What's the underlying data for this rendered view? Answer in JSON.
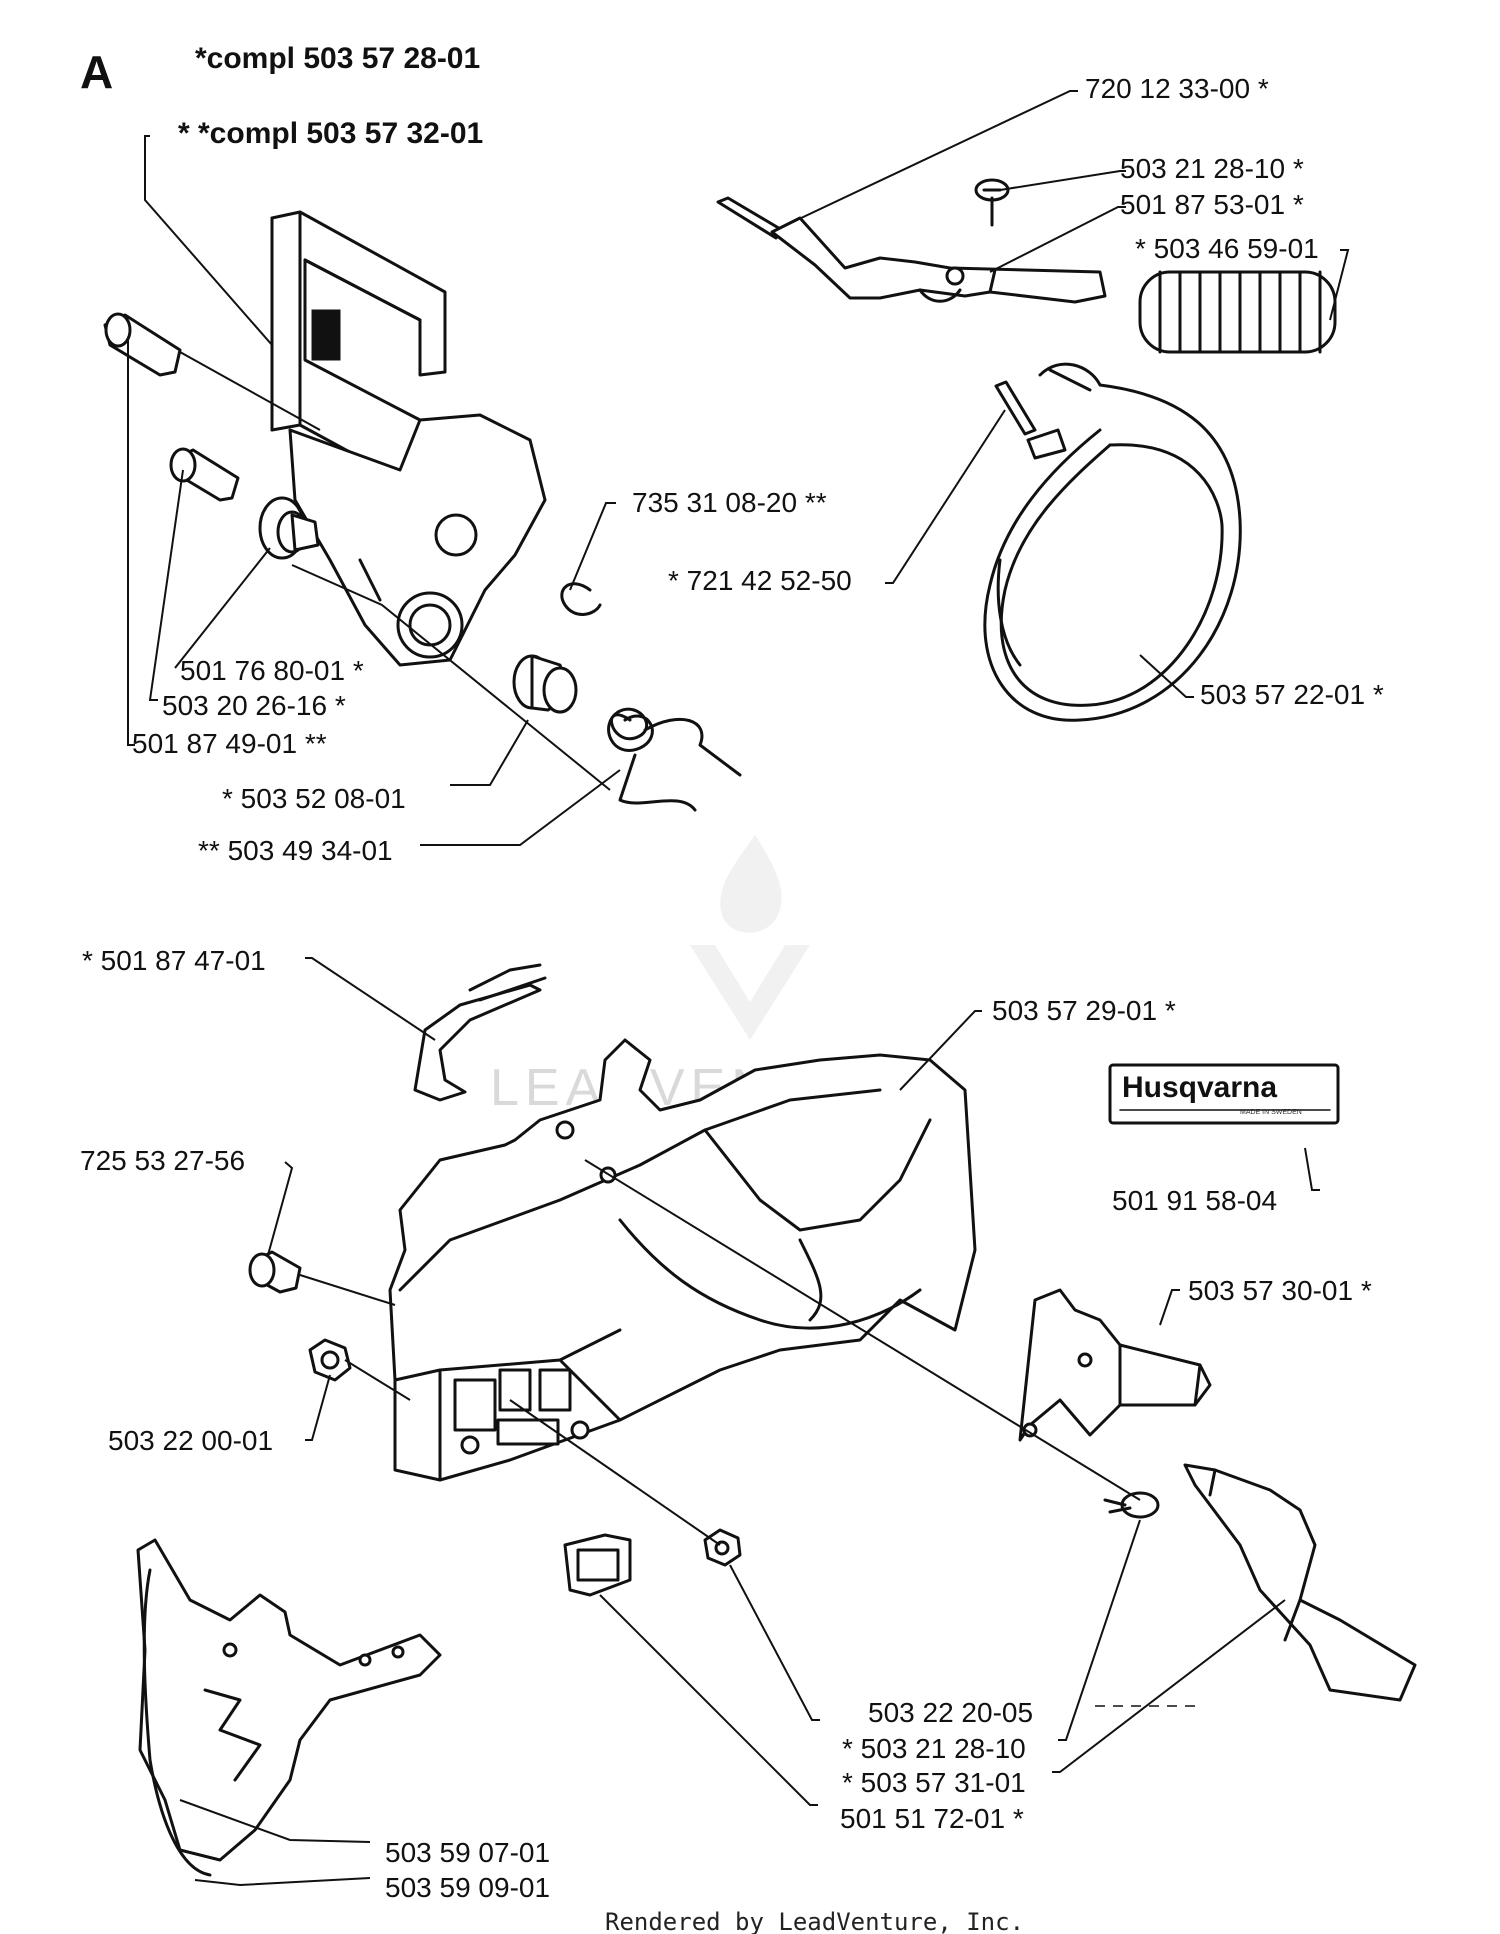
{
  "section": "A",
  "header": {
    "compl_1": "*compl 503 57 28-01",
    "compl_2": "* *compl 503 57 32-01"
  },
  "labels": {
    "p_720_12_33_00": "720 12 33-00 *",
    "p_503_21_28_10_top": "503 21 28-10 *",
    "p_501_87_53_01": "501 87 53-01 *",
    "p_503_46_59_01": "* 503 46 59-01",
    "p_735_31_08_20": "735 31 08-20 **",
    "p_721_42_52_50": "* 721 42 52-50",
    "p_503_57_22_01": "503 57 22-01 *",
    "p_501_76_80_01": "501 76 80-01 *",
    "p_503_20_26_16": "503 20 26-16 *",
    "p_501_87_49_01": "501 87 49-01 **",
    "p_503_52_08_01": "* 503 52 08-01",
    "p_503_49_34_01": "** 503 49 34-01",
    "p_501_87_47_01": "* 501 87 47-01",
    "p_503_57_29_01": "503 57 29-01 *",
    "p_725_53_27_56": "725 53 27-56",
    "p_501_91_58_04": "501 91 58-04",
    "p_503_57_30_01": "503 57 30-01 *",
    "p_503_22_00_01": "503 22 00-01",
    "p_503_22_20_05": "503 22 20-05",
    "p_503_21_28_10_bottom": "* 503 21 28-10",
    "p_503_57_31_01": "* 503 57 31-01",
    "p_501_51_72_01": "501 51 72-01 *",
    "p_503_59_07_01": "503 59 07-01",
    "p_503_59_09_01": "503 59 09-01"
  },
  "decal": {
    "brand": "Husqvarna",
    "sub": "MADE IN SWEDEN"
  },
  "watermark": "LEADVENTURE",
  "footer": "Rendered by LeadVenture, Inc."
}
